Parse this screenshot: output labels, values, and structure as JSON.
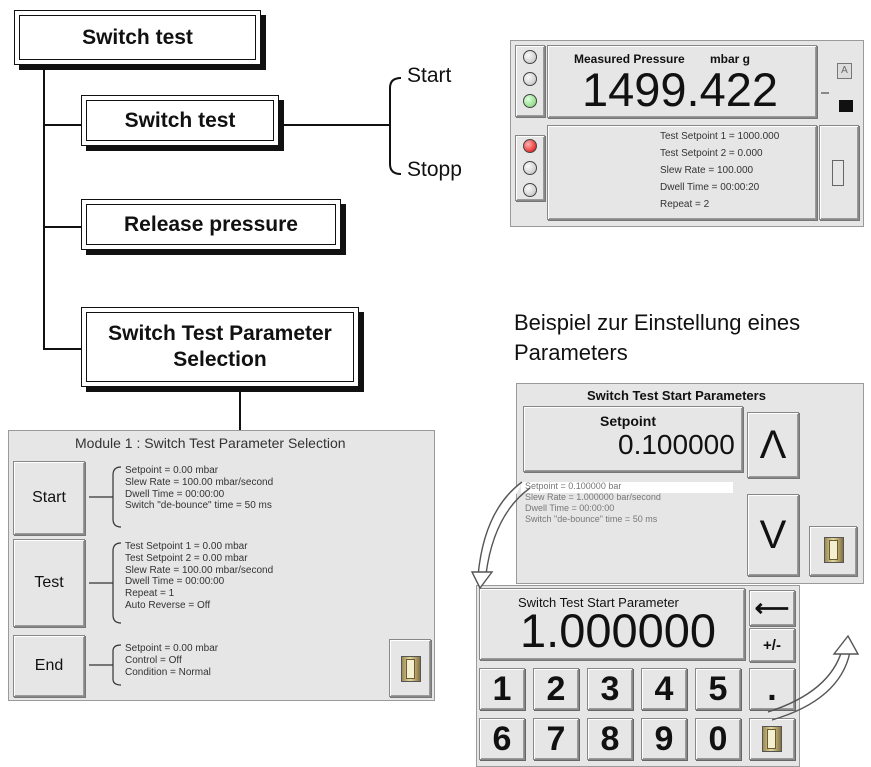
{
  "menu": {
    "root": "Switch test",
    "item_switch_test": "Switch test",
    "item_release": "Release pressure",
    "item_parameter_line1": "Switch Test Parameter",
    "item_parameter_line2": "Selection"
  },
  "branch_labels": {
    "start": "Start",
    "stopp": "Stopp"
  },
  "measured_screen": {
    "title": "Measured Pressure",
    "unit": "mbar g",
    "value": "1499.422",
    "lines": [
      "Test Setpoint 1 = 1000.000",
      "Test Setpoint 2 = 0.000",
      "Slew Rate = 100.000",
      "Dwell Time = 00:00:20",
      "Repeat = 2"
    ],
    "badge": "A"
  },
  "example_caption_line1": "Beispiel zur Einstellung eines",
  "example_caption_line2": "Parameters",
  "start_params_screen": {
    "title": "Switch Test Start Parameters",
    "field_label": "Setpoint",
    "field_value": "0.100000",
    "up_symbol": "Λ",
    "down_symbol": "V",
    "lines": [
      "Setpoint = 0.100000 bar",
      "Slew Rate = 1.000000 bar/second",
      "Dwell Time = 00:00:00",
      "Switch \"de-bounce\" time = 50 ms"
    ]
  },
  "module_screen": {
    "title": "Module 1 : Switch Test Parameter Selection",
    "start_label": "Start",
    "start_lines": [
      "Setpoint = 0.00 mbar",
      "Slew Rate = 100.00 mbar/second",
      "Dwell Time = 00:00:00",
      "Switch \"de-bounce\" time = 50 ms"
    ],
    "test_label": "Test",
    "test_lines": [
      "Test Setpoint 1 = 0.00 mbar",
      "Test Setpoint 2 = 0.00 mbar",
      "Slew Rate = 100.00 mbar/second",
      "Dwell Time = 00:00:00",
      "Repeat = 1",
      "Auto Reverse = Off"
    ],
    "end_label": "End",
    "end_lines": [
      "Setpoint = 0.00 mbar",
      "Control = Off",
      "Condition = Normal"
    ]
  },
  "keypad_screen": {
    "title": "Switch Test Start Parameter",
    "value": "1.000000",
    "backspace_symbol": "⟵",
    "sign_label": "+/-",
    "dot_label": ".",
    "keys_row1": [
      "1",
      "2",
      "3",
      "4",
      "5"
    ],
    "keys_row2": [
      "6",
      "7",
      "8",
      "9",
      "0"
    ]
  },
  "colors": {
    "lamp_green": "#74d16a",
    "lamp_red": "#e00000",
    "screen_bg": "#e6e6e6"
  }
}
